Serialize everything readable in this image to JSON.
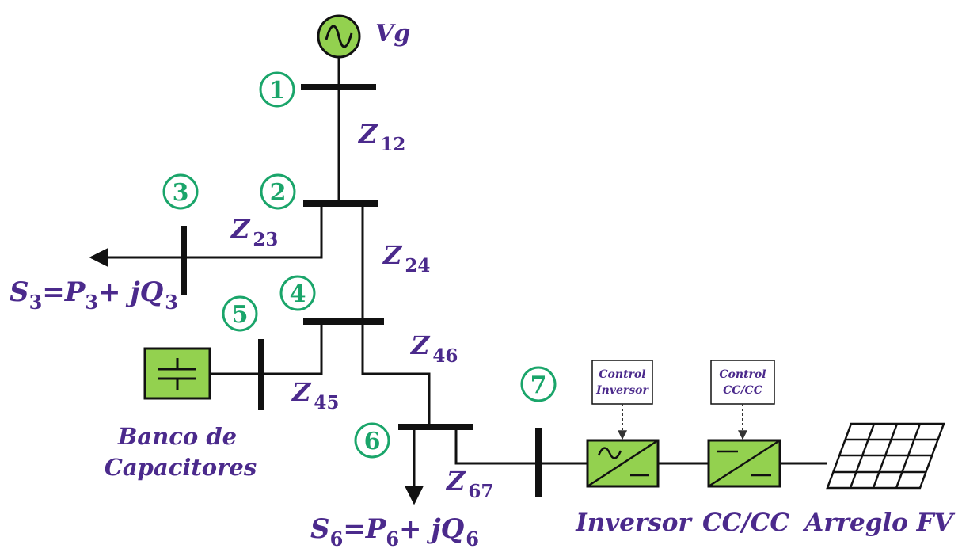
{
  "colors": {
    "green": "#1aa56a",
    "purple": "#4b2a8c",
    "block_fill": "#93d14f",
    "line": "#111111"
  },
  "generator": {
    "label": "Vg",
    "icon": "ac-source-icon"
  },
  "buses": [
    {
      "id": "bus-1",
      "number": "1"
    },
    {
      "id": "bus-2",
      "number": "2"
    },
    {
      "id": "bus-3",
      "number": "3"
    },
    {
      "id": "bus-4",
      "number": "4"
    },
    {
      "id": "bus-5",
      "number": "5"
    },
    {
      "id": "bus-6",
      "number": "6"
    },
    {
      "id": "bus-7",
      "number": "7"
    }
  ],
  "impedances": {
    "z12": {
      "main": "Z",
      "sub": "12"
    },
    "z23": {
      "main": "Z",
      "sub": "23"
    },
    "z24": {
      "main": "Z",
      "sub": "24"
    },
    "z45": {
      "main": "Z",
      "sub": "45"
    },
    "z46": {
      "main": "Z",
      "sub": "46"
    },
    "z67": {
      "main": "Z",
      "sub": "67"
    }
  },
  "loads": {
    "s3": {
      "s": "S",
      "s_sub": "3",
      "p": "=P",
      "p_sub": "3",
      "q": "+ jQ",
      "q_sub": "3"
    },
    "s6": {
      "s": "S",
      "s_sub": "6",
      "p": "=P",
      "p_sub": "6",
      "q": "+ jQ",
      "q_sub": "6"
    }
  },
  "components": {
    "capacitor_bank": {
      "line1": "Banco de",
      "line2": "Capacitores"
    },
    "inverter": {
      "label": "Inversor"
    },
    "dcdc": {
      "label": "CC/CC"
    },
    "pv_array": {
      "label": "Arreglo FV"
    },
    "control_inverter": {
      "line1": "Control",
      "line2": "Inversor"
    },
    "control_dcdc": {
      "line1": "Control",
      "line2": "CC/CC"
    }
  }
}
